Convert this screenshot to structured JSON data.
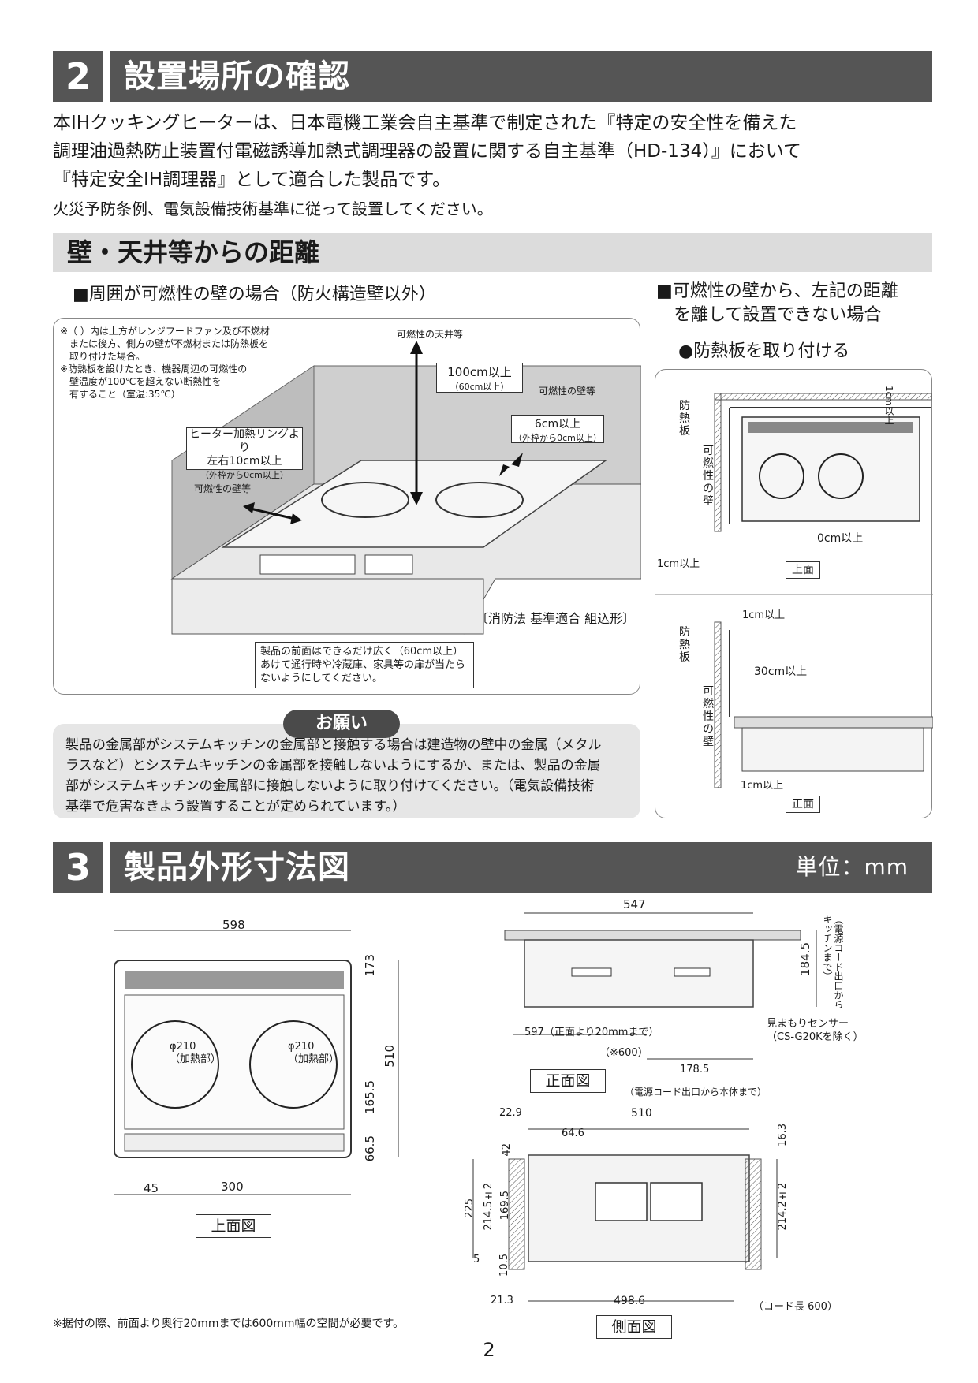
{
  "section2": {
    "number": "2",
    "title": "設置場所の確認",
    "intro_lines": [
      "本IHクッキングヒーターは、日本電機工業会自主基準で制定された『特定の安全性を備えた",
      "調理油過熱防止装置付電磁誘導加熱式調理器の設置に関する自主基準（HD-134）』において",
      "『特定安全IH調理器』として適合した製品です。"
    ],
    "intro2": "火災予防条例、電気設備技術基準に従って設置してください。",
    "subhead": "壁・天井等からの距離"
  },
  "left_diagram": {
    "heading": "■周囲が可燃性の壁の場合（防火構造壁以外）",
    "note_lines": [
      "※（  ）内は上方がレンジフードファン及び不燃材",
      "　または後方、側方の壁が不燃材または防熱板を",
      "　取り付けた場合。",
      "※防熱板を設けたとき、機器周辺の可燃性の",
      "　壁温度が100℃を超えない断熱性を",
      "　有すること（室温:35℃）"
    ],
    "ceiling_label": "可燃性の天井等",
    "dist_top": "100cm以上",
    "dist_top_sub": "（60cm以上）",
    "rear_wall_label": "可燃性の壁等",
    "dist_rear": "6cm以上",
    "dist_rear_sub": "（外枠から0cm以上）",
    "dist_side_l1": "ヒーター加熱リングより",
    "dist_side_l2": "左右10cm以上",
    "dist_side_sub": "（外枠から0cm以上）",
    "side_wall_label": "可燃性の壁等",
    "compliance": "〔消防法 基準適合 組込形〕",
    "front_note_lines": [
      "製品の前面はできるだけ広く（60cm以上）",
      "あけて通行時や冷蔵庫、家具等の扉が当たら",
      "ないようにしてください。"
    ]
  },
  "right_diagram": {
    "heading_l1": "■可燃性の壁から、左記の距離",
    "heading_l2": "　を離して設置できない場合",
    "sub": "●防熱板を取り付ける",
    "heat_plate": "防熱板",
    "combustible_wall": "可燃性の壁",
    "top_1cm": "1cm以上",
    "zero_cm": "0cm以上",
    "left_1cm": "1cm以上",
    "top_view_label": "上面",
    "front_1cm_top": "1cm以上",
    "front_30cm": "30cm以上",
    "front_1cm_bottom": "1cm以上",
    "front_view_label": "正面"
  },
  "request": {
    "pill": "お願い",
    "lines": [
      "製品の金属部がシステムキッチンの金属部と接触する場合は建造物の壁中の金属（メタル",
      "ラスなど）とシステムキッチンの金属部を接触しないようにするか、または、製品の金属",
      "部がシステムキッチンの金属部に接触しないように取り付けてください。（電気設備技術",
      "基準で危害なきよう設置することが定められています。）"
    ]
  },
  "section3": {
    "number": "3",
    "title": "製品外形寸法図",
    "unit": "単位：mm"
  },
  "top_view": {
    "width": "598",
    "depth": "510",
    "d173": "173",
    "d165_5": "165.5",
    "d66_5": "66.5",
    "d45": "45",
    "d300": "300",
    "burner_l1": "φ210",
    "burner_l2": "（加熱部）",
    "label": "上面図"
  },
  "front_view": {
    "width": "547",
    "height": "184.5",
    "cord_note_l1": "（電源コード出口から",
    "cord_note_l2": "キッチンまで）",
    "d597": "597（正面より20mmまで）",
    "d600": "（※600）",
    "d178_5": "178.5",
    "d178_5_note": "（電源コード出口から本体まで）",
    "sensor_l1": "見まもりセンサー",
    "sensor_l2": "（CS-G20Kを除く）",
    "label": "正面図"
  },
  "side_view": {
    "d22_9": "22.9",
    "d510": "510",
    "d64_6": "64.6",
    "d16_3": "16.3",
    "d42": "42",
    "d225": "225",
    "d214_5": "214.5±2",
    "d169_5": "169.5",
    "d214_2": "214.2±2",
    "d5": "5",
    "d10_5": "10.5",
    "d21_3": "21.3",
    "d498_6": "498.6",
    "cord_len": "（コード長 600）",
    "label": "側面図"
  },
  "footnote": "※据付の際、前面より奥行20mmまでは600mm幅の空間が必要です。",
  "page_number": "2"
}
